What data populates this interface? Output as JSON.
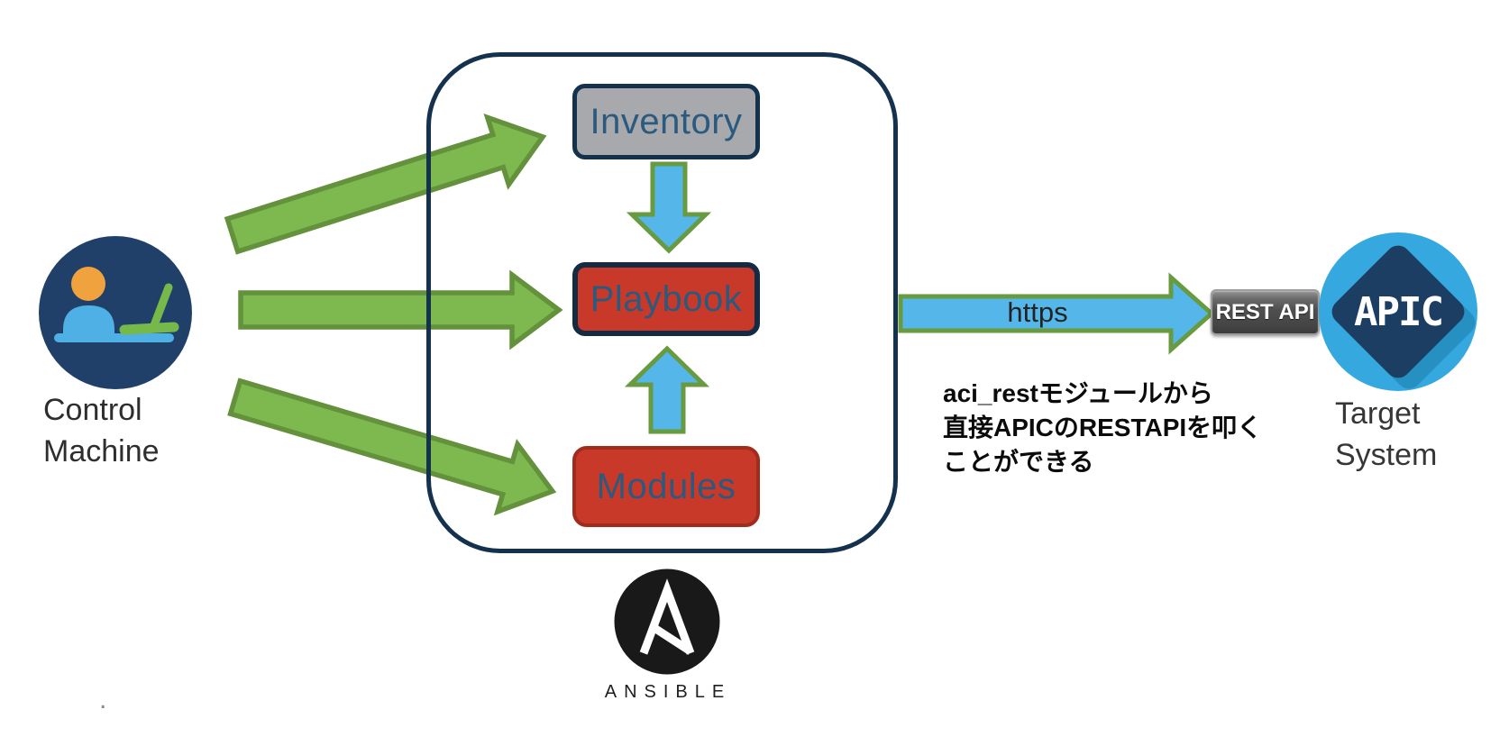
{
  "control_machine": {
    "label_top": "Control",
    "label_bottom": "Machine"
  },
  "ansible": {
    "boxes": [
      {
        "label": "Inventory"
      },
      {
        "label": "Playbook"
      },
      {
        "label": "Modules"
      }
    ],
    "logo_caption": "ANSIBLE"
  },
  "flow": {
    "https_label": "https",
    "rest_api_label": "REST API"
  },
  "target": {
    "apic_label": "APIC",
    "label_top": "Target",
    "label_bottom": "System"
  },
  "annotation": {
    "lines": [
      "aci_restモジュールから",
      "直接APICのRESTAPIを叩く",
      "ことができる"
    ]
  },
  "misc": {
    "dot": "."
  },
  "colors": {
    "arrow_green_fill": "#7db94f",
    "arrow_green_stroke": "#64913c",
    "arrow_blue_fill": "#55b6ea",
    "arrow_blue_stroke": "#689a40",
    "box_red": "#c8392a",
    "box_gray": "#a7a9ac",
    "outline_navy": "#14314d",
    "box_label_blue": "#2b5a7e",
    "modules_border_red": "#a02c1c",
    "rest_api_gray": "#4a4a4a",
    "apic_circle_blue": "#35a8df",
    "apic_diamond_navy": "#1d3e63",
    "control_circle_navy": "#204069",
    "laptop_green": "#77b84b",
    "person_blue": "#4fb0e6",
    "head_orange": "#efa23d",
    "ansible_black": "#191919"
  }
}
